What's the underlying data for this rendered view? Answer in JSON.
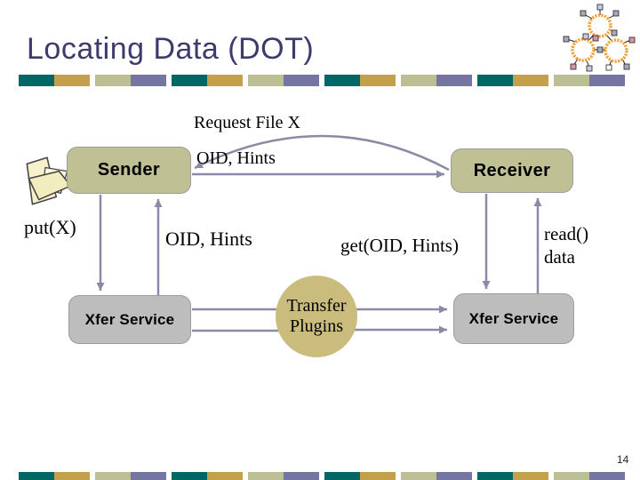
{
  "slide": {
    "title": "Locating Data (DOT)",
    "page_number": "14"
  },
  "theme": {
    "background": "#FFFFFF",
    "title_color": "#3B3B6E",
    "arrow_color": "#8A8AA6",
    "node_fill": "#BFC094",
    "node_border": "#9C9C9C",
    "service_fill": "#BDBDBD",
    "service_border": "#9C9C9C",
    "plugin_fill": "#C9BC7D",
    "label_color": "#000000",
    "bar_teal": "#006666",
    "bar_gold": "#C4A04A",
    "bar_olive": "#BCBE93",
    "bar_purple": "#7575A3",
    "bar_pattern": [
      "teal",
      "gold",
      "gap",
      "olive",
      "purple",
      "gap"
    ],
    "logo_orange": "#F0A238",
    "folder_cream": "#F6F1CB"
  },
  "diagram": {
    "nodes": {
      "sender": "Sender",
      "receiver": "Receiver",
      "xfer_left": "Xfer Service",
      "xfer_right": "Xfer Service",
      "plugins_line1": "Transfer",
      "plugins_line2": "Plugins"
    },
    "labels": {
      "request_file": "Request File X",
      "oid_hints_top": "OID, Hints",
      "put_x": "put(X)",
      "oid_hints_mid": "OID, Hints",
      "get_oid_hints": "get(OID, Hints)",
      "read_line1": "read()",
      "read_line2": "data"
    }
  },
  "icons": {
    "logo": "dot-network-logo",
    "folder": "file-folder"
  }
}
